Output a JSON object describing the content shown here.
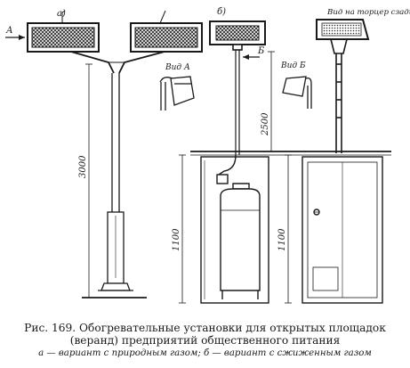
{
  "figure": {
    "variant_a": "а)",
    "variant_b": "б)",
    "view_a": "Вид А",
    "view_b": "Вид Б",
    "view_end": "Вид на торцер сзади",
    "arrow_a": "А",
    "arrow_b": "Б",
    "dim_pole_height": "3000",
    "dim_wall_height": "2500",
    "dim_base_left": "1100",
    "dim_base_right": "1100"
  },
  "caption": {
    "line1": "Рис. 169. Обогревательные установки для открытых площадок",
    "line2": "(веранд) предприятий общественного питания",
    "line3": "а — вариант с природным газом; б — вариант с сжиженным газом"
  }
}
